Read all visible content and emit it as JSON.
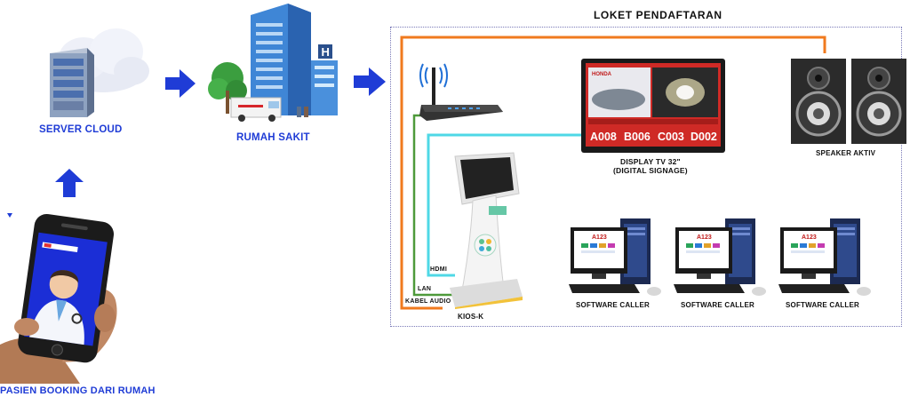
{
  "labels": {
    "server_cloud": "SERVER CLOUD",
    "rumah_sakit": "RUMAH SAKIT",
    "pasien": "PASIEN BOOKING DARI RUMAH",
    "loket": "LOKET PENDAFTARAN",
    "display_line1": "DISPLAY TV 32\"",
    "display_line2": "(DIGITAL SIGNAGE)",
    "speaker": "SPEAKER AKTIV",
    "kiosk": "KIOS-K",
    "hdmi": "HDMI",
    "lan": "LAN",
    "kabel_audio": "KABEL AUDIO",
    "software_caller": "SOFTWARE CALLER"
  },
  "tv": {
    "brand": "HONDA",
    "queue": [
      "A008",
      "B006",
      "C003",
      "D002"
    ]
  },
  "caller_screen": {
    "number": "A123"
  },
  "colors": {
    "arrow_blue": "#1f3cd6",
    "audio_cable": "#f07a1e",
    "hdmi_cable": "#4fd8e6",
    "lan_cable": "#4e9a3a",
    "dotted_border": "#7a7ab8"
  }
}
